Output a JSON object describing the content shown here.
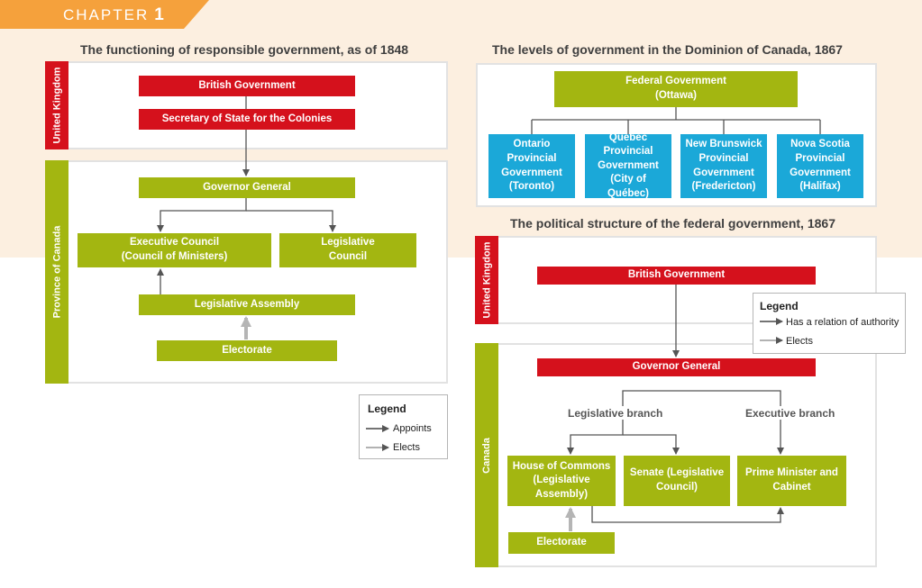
{
  "chapter": {
    "label": "CHAPTER",
    "number": "1"
  },
  "colors": {
    "red": "#d5111c",
    "green": "#a3b611",
    "blue": "#1ba8d8",
    "orange": "#f5a13c",
    "dark_arrow": "#444444",
    "gray_arrow": "#b5b5b5"
  },
  "left": {
    "title": "The functioning of responsible government, as of 1848",
    "uk_label": "United Kingdom",
    "province_label": "Province of Canada",
    "british_government": "British Government",
    "secretary": "Secretary of State for the Colonies",
    "governor_general": "Governor General",
    "executive_council": "Executive Council\n(Council of Ministers)",
    "legislative_council": "Legislative\nCouncil",
    "legislative_assembly": "Legislative Assembly",
    "electorate": "Electorate",
    "legend": {
      "title": "Legend",
      "appoints": "Appoints",
      "elects": "Elects"
    }
  },
  "levels": {
    "title": "The levels of government in the Dominion of Canada, 1867",
    "federal": "Federal Government\n(Ottawa)",
    "provinces": [
      "Ontario\nProvincial\nGovernment\n(Toronto)",
      "Québec\nProvincial\nGovernment\n(City of Québec)",
      "New Brunswick\nProvincial\nGovernment\n(Fredericton)",
      "Nova Scotia\nProvincial\nGovernment\n(Halifax)"
    ]
  },
  "federal": {
    "title": "The political structure of the federal government, 1867",
    "uk_label": "United Kingdom",
    "canada_label": "Canada",
    "british_government": "British Government",
    "governor_general": "Governor General",
    "legislative_branch": "Legislative branch",
    "executive_branch": "Executive branch",
    "house_of_commons": "House of Commons\n(Legislative Assembly)",
    "senate": "Senate (Legislative\nCouncil)",
    "prime_minister": "Prime Minister and\nCabinet",
    "electorate": "Electorate",
    "legend": {
      "title": "Legend",
      "authority": "Has a relation of authority",
      "elects": "Elects"
    }
  }
}
